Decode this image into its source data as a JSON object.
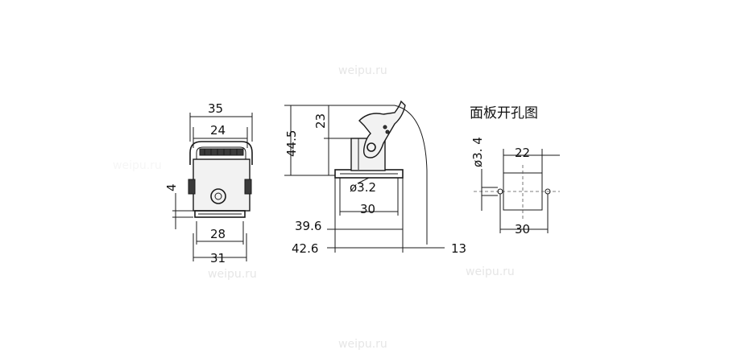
{
  "watermarks": [
    "weipu.ru",
    "weipu.ru",
    "weipu.ru",
    "weipu.ru",
    "weipu.ru"
  ],
  "front_view": {
    "dim_top_width": "35",
    "dim_upper_width": "24",
    "dim_side_height": "4",
    "dim_base_inner": "28",
    "dim_base_outer": "31"
  },
  "side_view": {
    "dim_total_height": "44.5",
    "dim_upper_height": "23",
    "dim_hole": "ø3.2",
    "dim_inner_width": "30",
    "dim_mid_width": "39.6",
    "dim_outer_width": "42.6",
    "dim_lever_offset": "13"
  },
  "cutout": {
    "title": "面板开孔图",
    "dim_hole": "ø3. 4",
    "dim_width": "22",
    "dim_spacing": "30"
  }
}
